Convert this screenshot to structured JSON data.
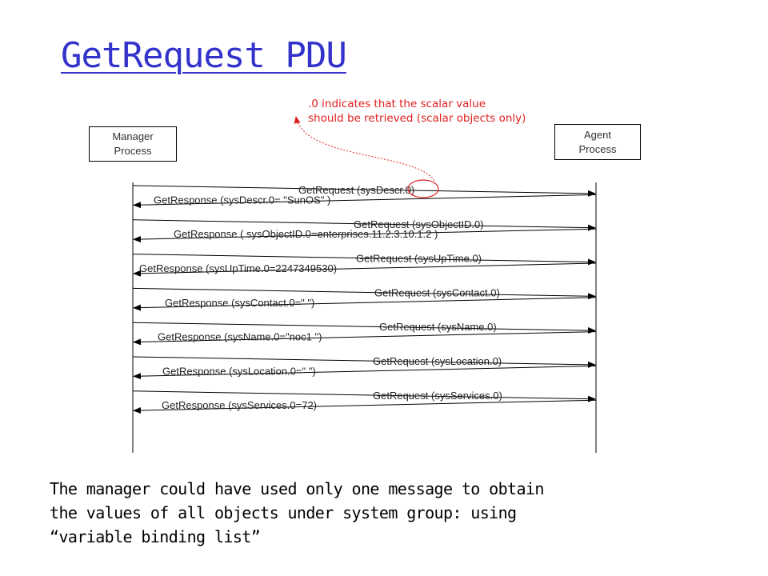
{
  "title": "GetRequest PDU",
  "participants": {
    "manager": [
      "Manager",
      "Process"
    ],
    "agent": [
      "Agent",
      "Process"
    ]
  },
  "annotation": {
    "lines": [
      ".0 indicates that the scalar value",
      "should be retrieved (scalar objects only)"
    ],
    "color": "#e02020"
  },
  "messages": [
    {
      "label": "GetRequest (sysDescr.0)",
      "direction": "to-agent"
    },
    {
      "label": "GetResponse (sysDescr.0= \"SunOS\" )",
      "direction": "to-manager"
    },
    {
      "label": "GetRequest (sysObjectID.0)",
      "direction": "to-agent"
    },
    {
      "label": "GetResponse ( sysObjectID.0=enterprises.11.2.3.10.1.2 )",
      "direction": "to-manager"
    },
    {
      "label": "GetRequest (sysUpTime.0)",
      "direction": "to-agent"
    },
    {
      "label": "GetResponse (sysUpTime.0=2247349530)",
      "direction": "to-manager"
    },
    {
      "label": "GetRequest (sysContact.0)",
      "direction": "to-agent"
    },
    {
      "label": "GetResponse (sysContact.0=\" \")",
      "direction": "to-manager"
    },
    {
      "label": "GetRequest (sysName.0)",
      "direction": "to-agent"
    },
    {
      "label": "GetResponse (sysName.0=\"noc1 \")",
      "direction": "to-manager"
    },
    {
      "label": "GetRequest (sysLocation.0)",
      "direction": "to-agent"
    },
    {
      "label": "GetResponse (sysLocation.0=\" \")",
      "direction": "to-manager"
    },
    {
      "label": "GetRequest (sysServices.0)",
      "direction": "to-agent"
    },
    {
      "label": "GetResponse (sysServices.0=72)",
      "direction": "to-manager"
    }
  ],
  "caption": [
    "The manager could have used only one message to obtain",
    "the values of all objects under system group: using",
    "“variable binding list”"
  ],
  "colors": {
    "title": "#3333cc",
    "annotation": "#e02020",
    "lines": "#000000"
  }
}
